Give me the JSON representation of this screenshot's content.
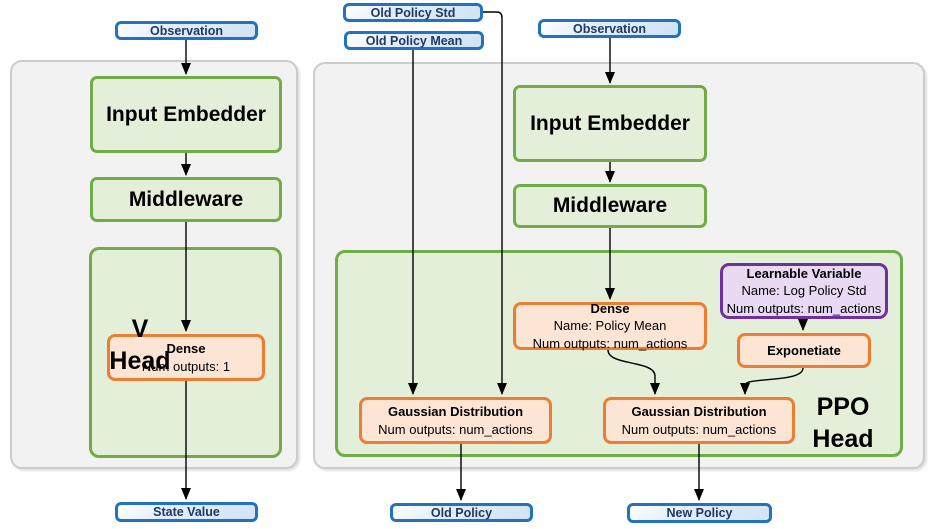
{
  "v_head": {
    "label_line1": "V",
    "label_line2": "Head",
    "observation": "Observation",
    "input_embedder": "Input Embedder",
    "middleware": "Middleware",
    "dense": {
      "title": "Dense",
      "outputs": "Num outputs: 1"
    },
    "output": "State Value"
  },
  "ppo_head": {
    "label_line1": "PPO",
    "label_line2": "Head",
    "old_policy_std": "Old Policy Std",
    "old_policy_mean": "Old Policy Mean",
    "observation": "Observation",
    "input_embedder": "Input Embedder",
    "middleware": "Middleware",
    "dense": {
      "title": "Dense",
      "name": "Name: Policy Mean",
      "outputs": "Num outputs: num_actions"
    },
    "learnable": {
      "title": "Learnable Variable",
      "name": "Name: Log Policy Std",
      "outputs": "Num outputs: num_actions"
    },
    "exponentiate": "Exponetiate",
    "gaussian_old": {
      "title": "Gaussian Distribution",
      "outputs": "Num outputs: num_actions"
    },
    "gaussian_new": {
      "title": "Gaussian Distribution",
      "outputs": "Num outputs: num_actions"
    },
    "output_old": "Old Policy",
    "output_new": "New Policy"
  },
  "colors": {
    "green_border": "#70ad47",
    "green_fill": "#e3efd9",
    "orange_border": "#ed7d31",
    "orange_fill": "#fce5d5",
    "blue_border": "#2173c0",
    "blue_fill": "#d2e3f4",
    "blue_text": "#1f3864",
    "purple_border": "#7030a0",
    "purple_fill": "#e8daf3",
    "panel_fill": "#f2f2f2",
    "arrow": "#000000"
  }
}
